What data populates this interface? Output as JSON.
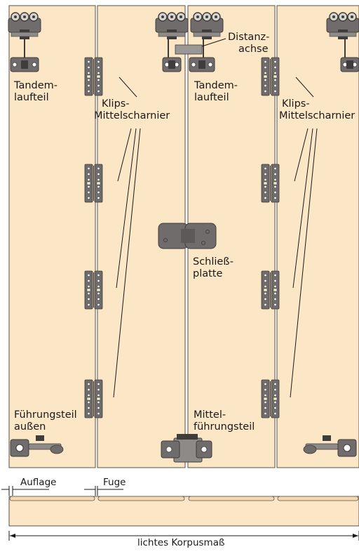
{
  "labels": {
    "tandem_left_1": "Tandem-",
    "tandem_left_2": "laufteil",
    "tandem_mid_1": "Tandem-",
    "tandem_mid_2": "laufteil",
    "klips_left_1": "Klips-",
    "klips_left_2": "Mittelscharnier",
    "klips_right_1": "Klips-",
    "klips_right_2": "Mittelscharnier",
    "distanz_1": "Distanz-",
    "distanz_2": "achse",
    "schliess_1": "Schließ-",
    "schliess_2": "platte",
    "fuehrung_1": "Führungsteil",
    "fuehrung_2": "außen",
    "mittel_1": "Mittel-",
    "mittel_2": "führungsteil",
    "auflage": "Auflage",
    "fuge": "Fuge",
    "korpus": "lichtes Korpusmaß"
  },
  "colors": {
    "panel_fill": "#fbe6c6",
    "panel_stroke": "#5a5048",
    "hardware": "#6f6c6b",
    "hardware_dark": "#3f3d3c",
    "line": "#1a1a1a"
  }
}
